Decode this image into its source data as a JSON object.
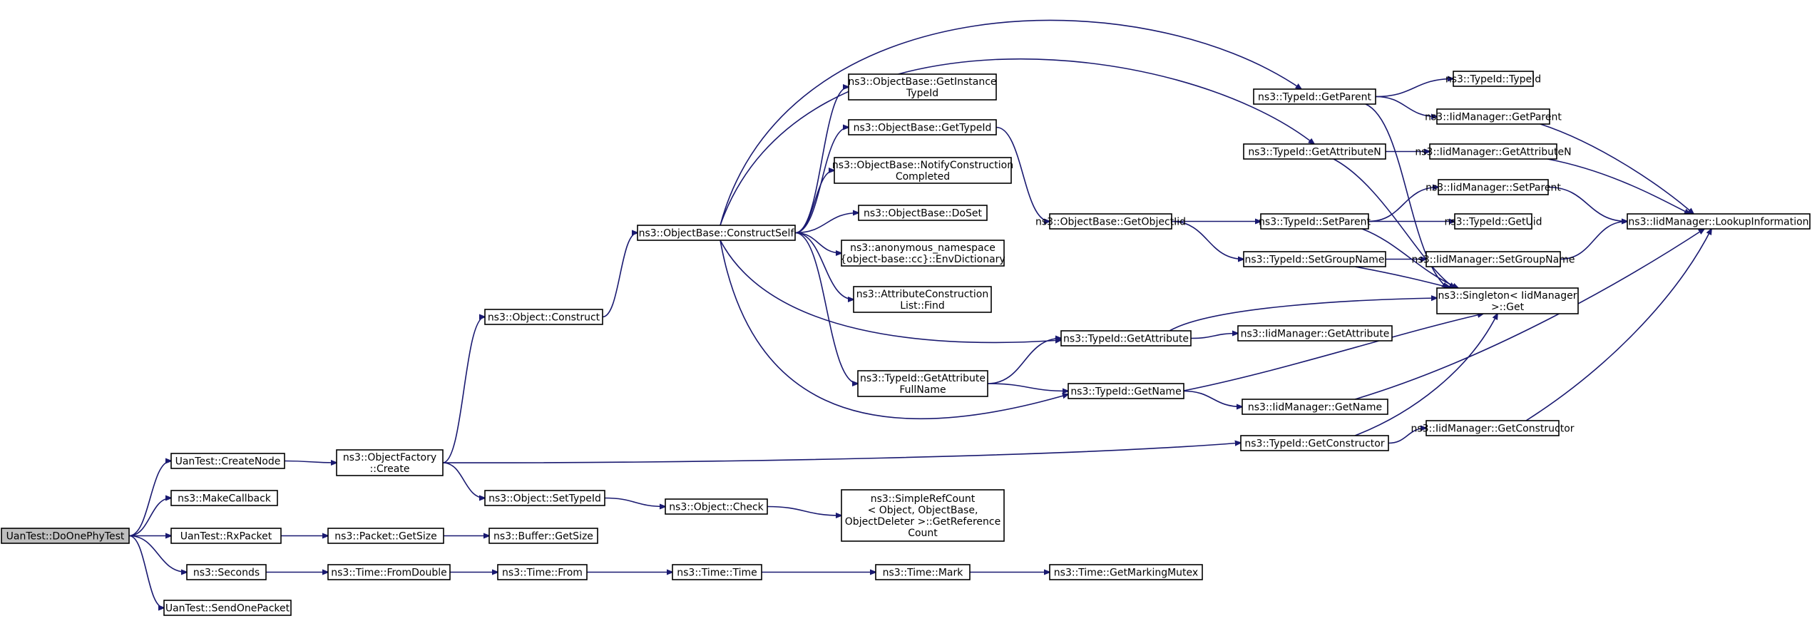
{
  "graph": {
    "root": "n0",
    "nodes": [
      {
        "id": "n0",
        "label": [
          "UanTest::DoOnePhyTest"
        ]
      },
      {
        "id": "n1",
        "label": [
          "UanTest::CreateNode"
        ]
      },
      {
        "id": "n2",
        "label": [
          "ns3::MakeCallback"
        ]
      },
      {
        "id": "n3",
        "label": [
          "UanTest::RxPacket"
        ]
      },
      {
        "id": "n4",
        "label": [
          "ns3::Seconds"
        ]
      },
      {
        "id": "n5",
        "label": [
          "UanTest::SendOnePacket"
        ]
      },
      {
        "id": "n6",
        "label": [
          "ns3::ObjectFactory",
          "::Create"
        ]
      },
      {
        "id": "n7",
        "label": [
          "ns3::Packet::GetSize"
        ]
      },
      {
        "id": "n8",
        "label": [
          "ns3::Time::FromDouble"
        ]
      },
      {
        "id": "n9",
        "label": [
          "ns3::Object::Construct"
        ]
      },
      {
        "id": "n10",
        "label": [
          "ns3::Object::SetTypeId"
        ]
      },
      {
        "id": "n11",
        "label": [
          "ns3::Buffer::GetSize"
        ]
      },
      {
        "id": "n12",
        "label": [
          "ns3::Time::From"
        ]
      },
      {
        "id": "n13",
        "label": [
          "ns3::ObjectBase::ConstructSelf"
        ]
      },
      {
        "id": "n14",
        "label": [
          "ns3::Object::Check"
        ]
      },
      {
        "id": "n15",
        "label": [
          "ns3::Time::Time"
        ]
      },
      {
        "id": "n16",
        "label": [
          "ns3::ObjectBase::GetInstance",
          "TypeId"
        ]
      },
      {
        "id": "n17",
        "label": [
          "ns3::ObjectBase::GetTypeId"
        ]
      },
      {
        "id": "n18",
        "label": [
          "ns3::ObjectBase::NotifyConstruction",
          "Completed"
        ]
      },
      {
        "id": "n19",
        "label": [
          "ns3::ObjectBase::DoSet"
        ]
      },
      {
        "id": "n20",
        "label": [
          "ns3::anonymous_namespace",
          "{object-base::cc}::EnvDictionary"
        ]
      },
      {
        "id": "n21",
        "label": [
          "ns3::AttributeConstruction",
          "List::Find"
        ]
      },
      {
        "id": "n22",
        "label": [
          "ns3::TypeId::GetAttribute",
          "FullName"
        ]
      },
      {
        "id": "n23",
        "label": [
          "ns3::SimpleRefCount",
          "< Object, ObjectBase,",
          "ObjectDeleter >::GetReference",
          "Count"
        ]
      },
      {
        "id": "n24",
        "label": [
          "ns3::Time::Mark"
        ]
      },
      {
        "id": "n25",
        "label": [
          "ns3::ObjectBase::GetObjectIid"
        ]
      },
      {
        "id": "n26",
        "label": [
          "ns3::TypeId::GetAttribute"
        ]
      },
      {
        "id": "n27",
        "label": [
          "ns3::TypeId::GetName"
        ]
      },
      {
        "id": "n28",
        "label": [
          "ns3::Time::GetMarkingMutex"
        ]
      },
      {
        "id": "n29",
        "label": [
          "ns3::TypeId::GetParent"
        ]
      },
      {
        "id": "n30",
        "label": [
          "ns3::TypeId::GetAttributeN"
        ]
      },
      {
        "id": "n31",
        "label": [
          "ns3::TypeId::SetParent"
        ]
      },
      {
        "id": "n32",
        "label": [
          "ns3::TypeId::SetGroupName"
        ]
      },
      {
        "id": "n33",
        "label": [
          "ns3::TypeId::GetConstructor"
        ]
      },
      {
        "id": "n34",
        "label": [
          "ns3::TypeId::TypeId"
        ]
      },
      {
        "id": "n35",
        "label": [
          "ns3::IidManager::GetParent"
        ]
      },
      {
        "id": "n36",
        "label": [
          "ns3::IidManager::GetAttributeN"
        ]
      },
      {
        "id": "n37",
        "label": [
          "ns3::IidManager::SetParent"
        ]
      },
      {
        "id": "n38",
        "label": [
          "ns3::TypeId::GetUid"
        ]
      },
      {
        "id": "n39",
        "label": [
          "ns3::IidManager::SetGroupName"
        ]
      },
      {
        "id": "n40",
        "label": [
          "ns3::Singleton< IidManager",
          " >::Get"
        ]
      },
      {
        "id": "n41",
        "label": [
          "ns3::IidManager::GetAttribute"
        ]
      },
      {
        "id": "n42",
        "label": [
          "ns3::IidManager::GetName"
        ]
      },
      {
        "id": "n43",
        "label": [
          "ns3::IidManager::GetConstructor"
        ]
      },
      {
        "id": "n44",
        "label": [
          "ns3::IidManager::LookupInformation"
        ]
      }
    ],
    "edges": [
      [
        "n0",
        "n1"
      ],
      [
        "n0",
        "n2"
      ],
      [
        "n0",
        "n3"
      ],
      [
        "n0",
        "n4"
      ],
      [
        "n0",
        "n5"
      ],
      [
        "n1",
        "n6"
      ],
      [
        "n3",
        "n7"
      ],
      [
        "n4",
        "n8"
      ],
      [
        "n6",
        "n9"
      ],
      [
        "n6",
        "n10"
      ],
      [
        "n6",
        "n33"
      ],
      [
        "n7",
        "n11"
      ],
      [
        "n8",
        "n12"
      ],
      [
        "n9",
        "n13"
      ],
      [
        "n10",
        "n14"
      ],
      [
        "n12",
        "n15"
      ],
      [
        "n13",
        "n16"
      ],
      [
        "n13",
        "n17"
      ],
      [
        "n13",
        "n18"
      ],
      [
        "n13",
        "n19"
      ],
      [
        "n13",
        "n20"
      ],
      [
        "n13",
        "n21"
      ],
      [
        "n13",
        "n22"
      ],
      [
        "n13",
        "n26"
      ],
      [
        "n13",
        "n27"
      ],
      [
        "n13",
        "n29"
      ],
      [
        "n13",
        "n30"
      ],
      [
        "n14",
        "n23"
      ],
      [
        "n15",
        "n24"
      ],
      [
        "n17",
        "n25"
      ],
      [
        "n22",
        "n26"
      ],
      [
        "n22",
        "n27"
      ],
      [
        "n24",
        "n28"
      ],
      [
        "n25",
        "n31"
      ],
      [
        "n25",
        "n32"
      ],
      [
        "n26",
        "n40"
      ],
      [
        "n26",
        "n41"
      ],
      [
        "n27",
        "n40"
      ],
      [
        "n27",
        "n42"
      ],
      [
        "n29",
        "n34"
      ],
      [
        "n29",
        "n35"
      ],
      [
        "n29",
        "n40"
      ],
      [
        "n30",
        "n36"
      ],
      [
        "n30",
        "n40"
      ],
      [
        "n31",
        "n37"
      ],
      [
        "n31",
        "n38"
      ],
      [
        "n31",
        "n40"
      ],
      [
        "n32",
        "n39"
      ],
      [
        "n32",
        "n40"
      ],
      [
        "n33",
        "n40"
      ],
      [
        "n33",
        "n43"
      ],
      [
        "n35",
        "n44"
      ],
      [
        "n36",
        "n44"
      ],
      [
        "n37",
        "n44"
      ],
      [
        "n39",
        "n44"
      ],
      [
        "n42",
        "n44"
      ],
      [
        "n43",
        "n44"
      ]
    ]
  }
}
